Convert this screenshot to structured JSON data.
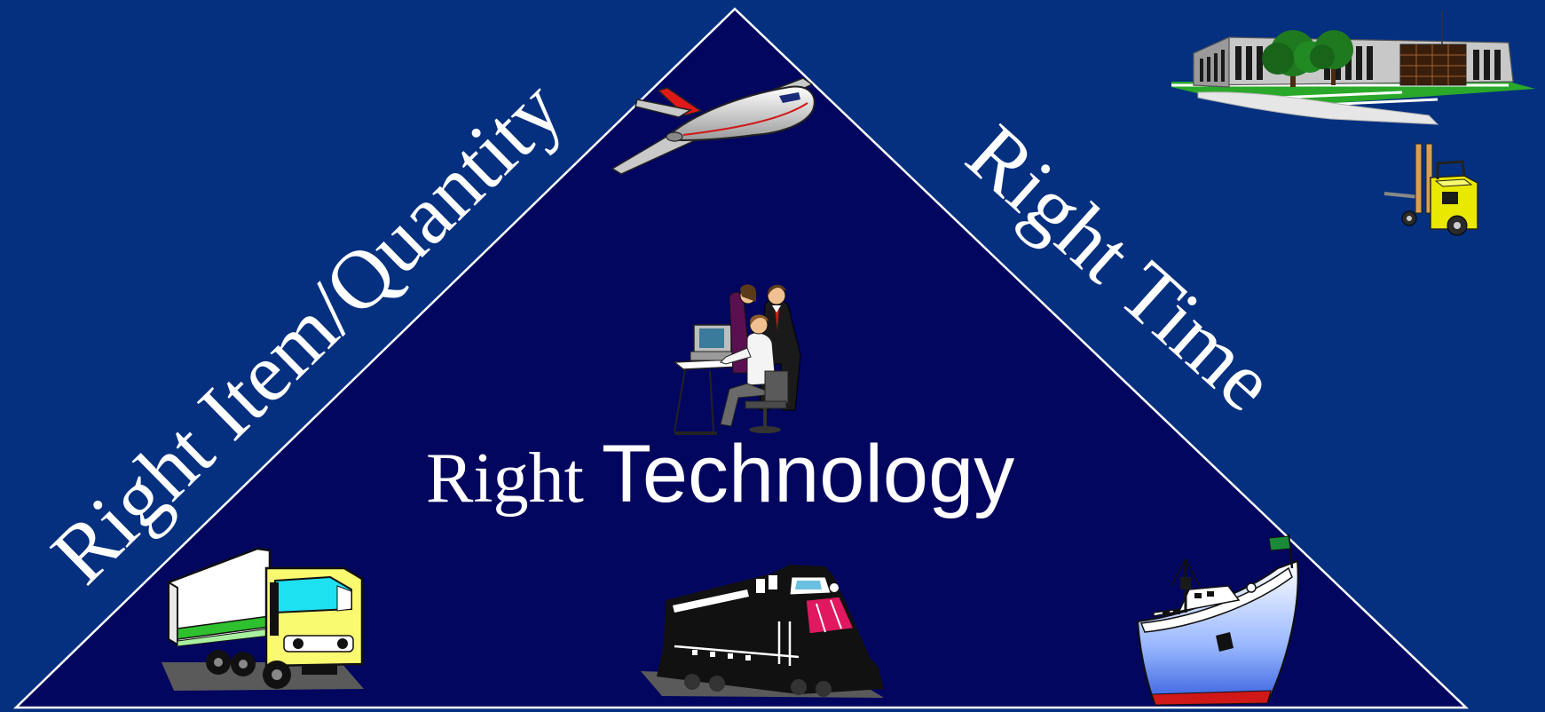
{
  "diagram": {
    "left_side_label": "Right Item/Quantity",
    "right_side_label": "Right Time",
    "center_label_word1": "Right",
    "center_label_word2": "Technology",
    "colors": {
      "background": "#05307f",
      "triangle_fill": "#03065e",
      "text": "#ffffff"
    },
    "icons": [
      "airplane-icon",
      "office-building-icon",
      "forklift-icon",
      "office-workers-computer-icon",
      "truck-icon",
      "locomotive-icon",
      "ship-icon"
    ]
  }
}
